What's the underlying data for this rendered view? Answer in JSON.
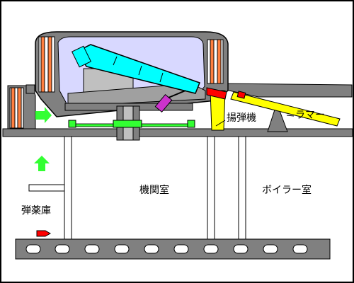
{
  "labels": {
    "hoist": "揚弾機",
    "rammer": "ラマー",
    "engine_room": "機関室",
    "boiler_room": "ボイラー室",
    "magazine": "弾薬庫"
  },
  "colors": {
    "barrel": "#00ffff",
    "hull": "#808080",
    "turret_interior": "#d8d8ff",
    "armor_stripe": "#ff7f3f",
    "hoist": "#ffff00",
    "rammer": "#ffff00",
    "flow_arrow": "#33ff33",
    "shell_rammer_head": "#ff0000",
    "elevation_piston": "#cc33cc"
  },
  "icons": [
    "flow-arrow-right-icon",
    "flow-arrow-up-icon",
    "shell-icon"
  ]
}
